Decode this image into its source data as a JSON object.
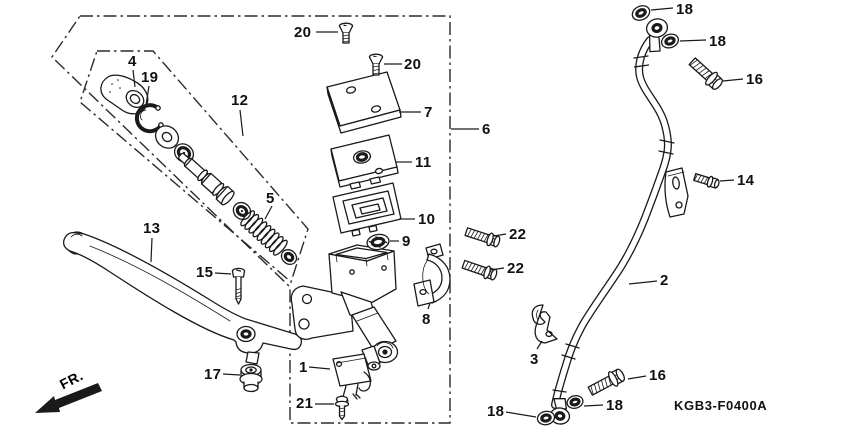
{
  "figure": {
    "code": "KGB3-F0400A",
    "front_marker": "FR."
  },
  "callouts": [
    {
      "text": "4"
    },
    {
      "text": "19"
    },
    {
      "text": "12"
    },
    {
      "text": "5"
    },
    {
      "text": "13"
    },
    {
      "text": "15"
    },
    {
      "text": "17"
    },
    {
      "text": "1"
    },
    {
      "text": "21"
    },
    {
      "text": "20"
    },
    {
      "text": "20"
    },
    {
      "text": "7"
    },
    {
      "text": "11"
    },
    {
      "text": "10"
    },
    {
      "text": "9"
    },
    {
      "text": "6"
    },
    {
      "text": "8"
    },
    {
      "text": "22"
    },
    {
      "text": "22"
    },
    {
      "text": "18"
    },
    {
      "text": "18"
    },
    {
      "text": "16"
    },
    {
      "text": "14"
    },
    {
      "text": "2"
    },
    {
      "text": "3"
    },
    {
      "text": "16"
    },
    {
      "text": "18"
    },
    {
      "text": "18"
    }
  ]
}
